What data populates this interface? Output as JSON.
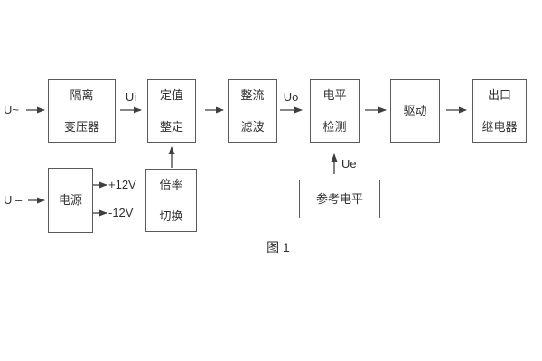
{
  "page": {
    "caption": "图 1"
  },
  "colors": {
    "background": "#ffffff",
    "box_border": "#5a5a5a",
    "line": "#3f3f3f",
    "text": "#2f2f2f"
  },
  "blocks": [
    {
      "id": "isolation-transformer",
      "lines": [
        "隔离",
        "变压器"
      ]
    },
    {
      "id": "setpoint-adjust",
      "lines": [
        "定值",
        "整定"
      ]
    },
    {
      "id": "rectifier-filter",
      "lines": [
        "整流",
        "滤波"
      ]
    },
    {
      "id": "level-detect",
      "lines": [
        "电平",
        "检测"
      ]
    },
    {
      "id": "driver",
      "lines": [
        "驱动"
      ]
    },
    {
      "id": "output-relay",
      "lines": [
        "出口",
        "继电器"
      ]
    },
    {
      "id": "power-supply",
      "lines": [
        "电源"
      ]
    },
    {
      "id": "ratio-switch",
      "lines": [
        "倍率",
        "切换"
      ]
    },
    {
      "id": "reference-level",
      "lines": [
        "参考电平"
      ]
    }
  ],
  "signals": {
    "ac_input": "U~",
    "dc_input": "U –",
    "ui": "Ui",
    "uo": "Uo",
    "ue": "Ue",
    "plus_12v": "+12V",
    "minus_12v": "-12V"
  }
}
